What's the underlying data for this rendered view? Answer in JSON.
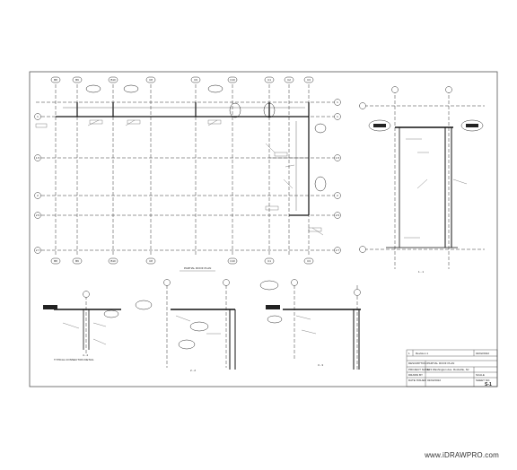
{
  "sheet": {
    "plan_title": "PARTIAL ROOF PLAN",
    "typical_detail_title": "TYPICAL CONNECTION DETAIL",
    "section_labels": [
      "1 - 1",
      "2 - 2",
      "3 - 3",
      "4 - 4"
    ]
  },
  "grid": {
    "top_bubbles": [
      "B8",
      "B9",
      "B10",
      "C8",
      "C9",
      "C10",
      "C1",
      "C2",
      "C3"
    ],
    "row_bubbles": [
      "1",
      "1.5",
      "2",
      "2.5",
      "2.7"
    ]
  },
  "title_block": {
    "rev_no": "1",
    "rev_desc": "Revision 1",
    "rev_date": "02/02/2022",
    "description_label": "DESCRIPTION",
    "description_value": "PARTIAL ROOF PLAN",
    "project_label": "PROJECT NAME",
    "project_value": "123 Washington Ave. Rockville, NJ",
    "drawn_label": "DRAWN BY",
    "date_label": "DATE ISSUED",
    "date_value": "02/02/2022",
    "scale_label": "SCALE",
    "sheet_label": "SHEET NO.",
    "sheet_value": "S-1"
  },
  "brand": {
    "watermark": "www.iDRAWPRO.com"
  }
}
